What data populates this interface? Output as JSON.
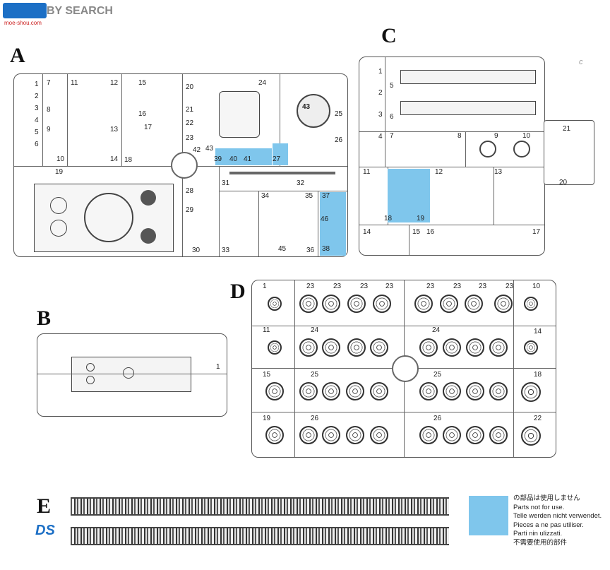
{
  "watermark": {
    "brand": "BY SEARCH",
    "site": "moe-shou.com"
  },
  "sprues": {
    "A": {
      "letter": "A",
      "numbers": [
        "1",
        "2",
        "3",
        "4",
        "5",
        "6",
        "7",
        "8",
        "9",
        "10",
        "11",
        "12",
        "13",
        "14",
        "15",
        "16",
        "17",
        "18",
        "19",
        "20",
        "21",
        "22",
        "23",
        "24",
        "25",
        "26",
        "27",
        "28",
        "29",
        "30",
        "31",
        "32",
        "33",
        "34",
        "35",
        "36",
        "37",
        "38",
        "39",
        "40",
        "41",
        "42",
        "43",
        "43",
        "45",
        "46"
      ]
    },
    "B": {
      "letter": "B",
      "numbers": [
        "1"
      ]
    },
    "C": {
      "letter": "C",
      "numbers": [
        "1",
        "2",
        "3",
        "4",
        "5",
        "6",
        "7",
        "8",
        "9",
        "10",
        "11",
        "12",
        "13",
        "14",
        "15",
        "16",
        "17",
        "18",
        "19",
        "20",
        "21"
      ]
    },
    "D": {
      "letter": "D",
      "numbers": [
        "1",
        "23",
        "23",
        "23",
        "23",
        "23",
        "23",
        "23",
        "23",
        "10",
        "11",
        "24",
        "24",
        "14",
        "15",
        "25",
        "25",
        "18",
        "19",
        "26",
        "26",
        "22"
      ]
    },
    "E": {
      "letter": "E"
    }
  },
  "legend": {
    "swatch_color": "#7fc6ec",
    "lines": [
      "の部品は使用しません",
      "Parts not for use.",
      "Telle werden nicht verwendet.",
      "Pieces a ne pas utiliser.",
      "Parti nin ulizzati.",
      "不需要使用的部件"
    ]
  },
  "brand_logo": "DS",
  "c_corner_mark": "c"
}
